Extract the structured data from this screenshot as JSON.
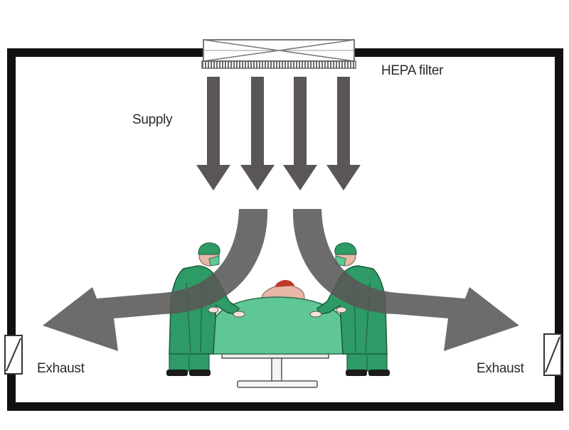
{
  "labels": {
    "hepa_filter": "HEPA filter",
    "supply": "Supply",
    "exhaust_left": "Exhaust",
    "exhaust_right": "Exhaust"
  },
  "colors": {
    "wall": "#111111",
    "airflow_arrow": "#5a5656",
    "gown": "#2e9a66",
    "drape": "#5fc795",
    "filter_frame": "#777777",
    "patient": "#c0392b"
  },
  "diagram": {
    "supply_arrow_count": 4,
    "exhaust_vent_count": 2,
    "staff_count": 2
  }
}
